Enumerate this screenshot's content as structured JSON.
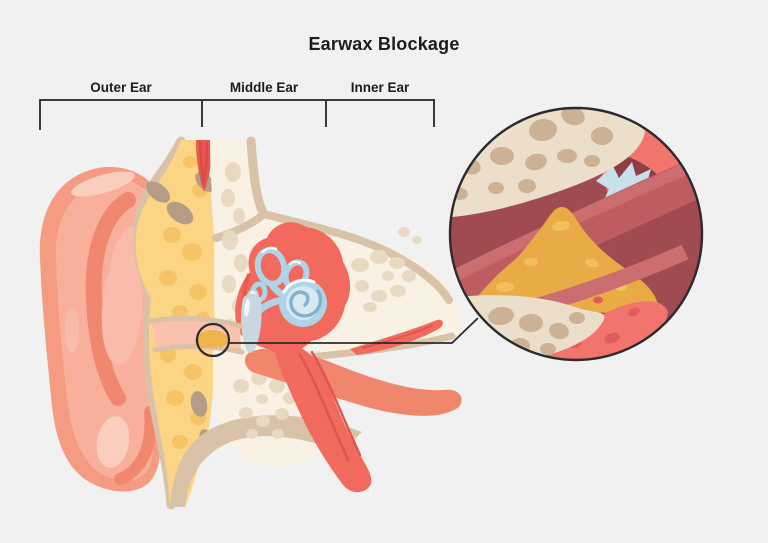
{
  "title": "Earwax Blockage",
  "bracket": {
    "regions": [
      {
        "label": "Outer Ear"
      },
      {
        "label": "Middle Ear"
      },
      {
        "label": "Inner Ear"
      }
    ]
  },
  "icons": {
    "magnifier_circle": "magnified-area-circle",
    "callout_line": "callout-connector-line"
  },
  "colors": {
    "bg": "#f2f1f1",
    "ink": "#1c1c1c",
    "line": "#3a3a3a",
    "pinna_base": "#f49b82",
    "pinna_light": "#f8b09c",
    "pinna_ridge": "#f0876e",
    "pinna_highlight": "#fbcdbd",
    "pinna_concha": "#f9bcaa",
    "fat": "#fbd583",
    "fat_texture": "#f6c465",
    "fat_bean": "#b59d85",
    "skin_strip": "#d9c3a8",
    "bone": "#f9f1e3",
    "bone_texture": "#e8d9c3",
    "muscle_red": "#e8564f",
    "muscle_dark": "#d64b48",
    "cavity_red": "#f16a5d",
    "tube_coral": "#f0866c",
    "tube_dark": "#de5450",
    "canal_pink": "#f9c1ae",
    "wax": "#edb44e",
    "blue": "#afd4e5",
    "blue_light": "#d8e9f1",
    "blue_spiral": "#7fb2cc",
    "drum_gray": "#c9d8e0",
    "white": "#ffffff",
    "inset_bone": "#ebdeca",
    "inset_bone_blob": "#cdb195",
    "inset_wall": "#be5c62",
    "inset_wall_light": "#cc6e70",
    "inset_deep": "#a04a51",
    "inset_edge": "#8e3e44",
    "inset_salmon": "#f1746d",
    "inset_spot": "#e25b5e",
    "inset_wax": "#e9ab46",
    "inset_wax_light": "#f2c05f",
    "inset_drum": "#c8e0ea"
  }
}
